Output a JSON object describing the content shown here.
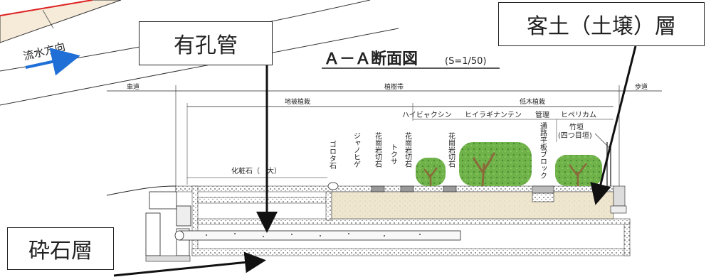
{
  "title": {
    "main": "Ａ－Ａ断面図",
    "scale": "(S=1/50)"
  },
  "flow": {
    "label": "流水方向",
    "arrow_color": "#1f6fd6"
  },
  "callouts": {
    "perforated_pipe": "有孔管",
    "soil_layer": "客土（土壌）層",
    "gravel_layer": "砕石層"
  },
  "zones": {
    "roadway": "車道",
    "planting_strip": "植樹帯",
    "sidewalk": "歩道"
  },
  "sub_zones": {
    "ground_cover": "地被植栽",
    "low_shrub": "低木植栽"
  },
  "plants": {
    "hyacinth": "ハイビャクシン",
    "holly": "ヒイラギナンテン",
    "hypericum": "ヒペリカム"
  },
  "path_header": "管理",
  "vertical_labels": {
    "gorota": "ゴロタ石",
    "janohige": "ジャノヒゲ",
    "granite1": "花崗岩切石",
    "tokusa": "トクサ",
    "granite2": "花崗岩切石",
    "granite3": "花崗岩切石",
    "paving": "通路平板ブロック"
  },
  "fence": {
    "line1": "竹垣",
    "line2": "(四つ目垣)"
  },
  "cosmetic_stone": "化粧石（　大）",
  "colors": {
    "soil": "#efe6cf",
    "ink": "#222222",
    "tree": "#6fb24a"
  }
}
